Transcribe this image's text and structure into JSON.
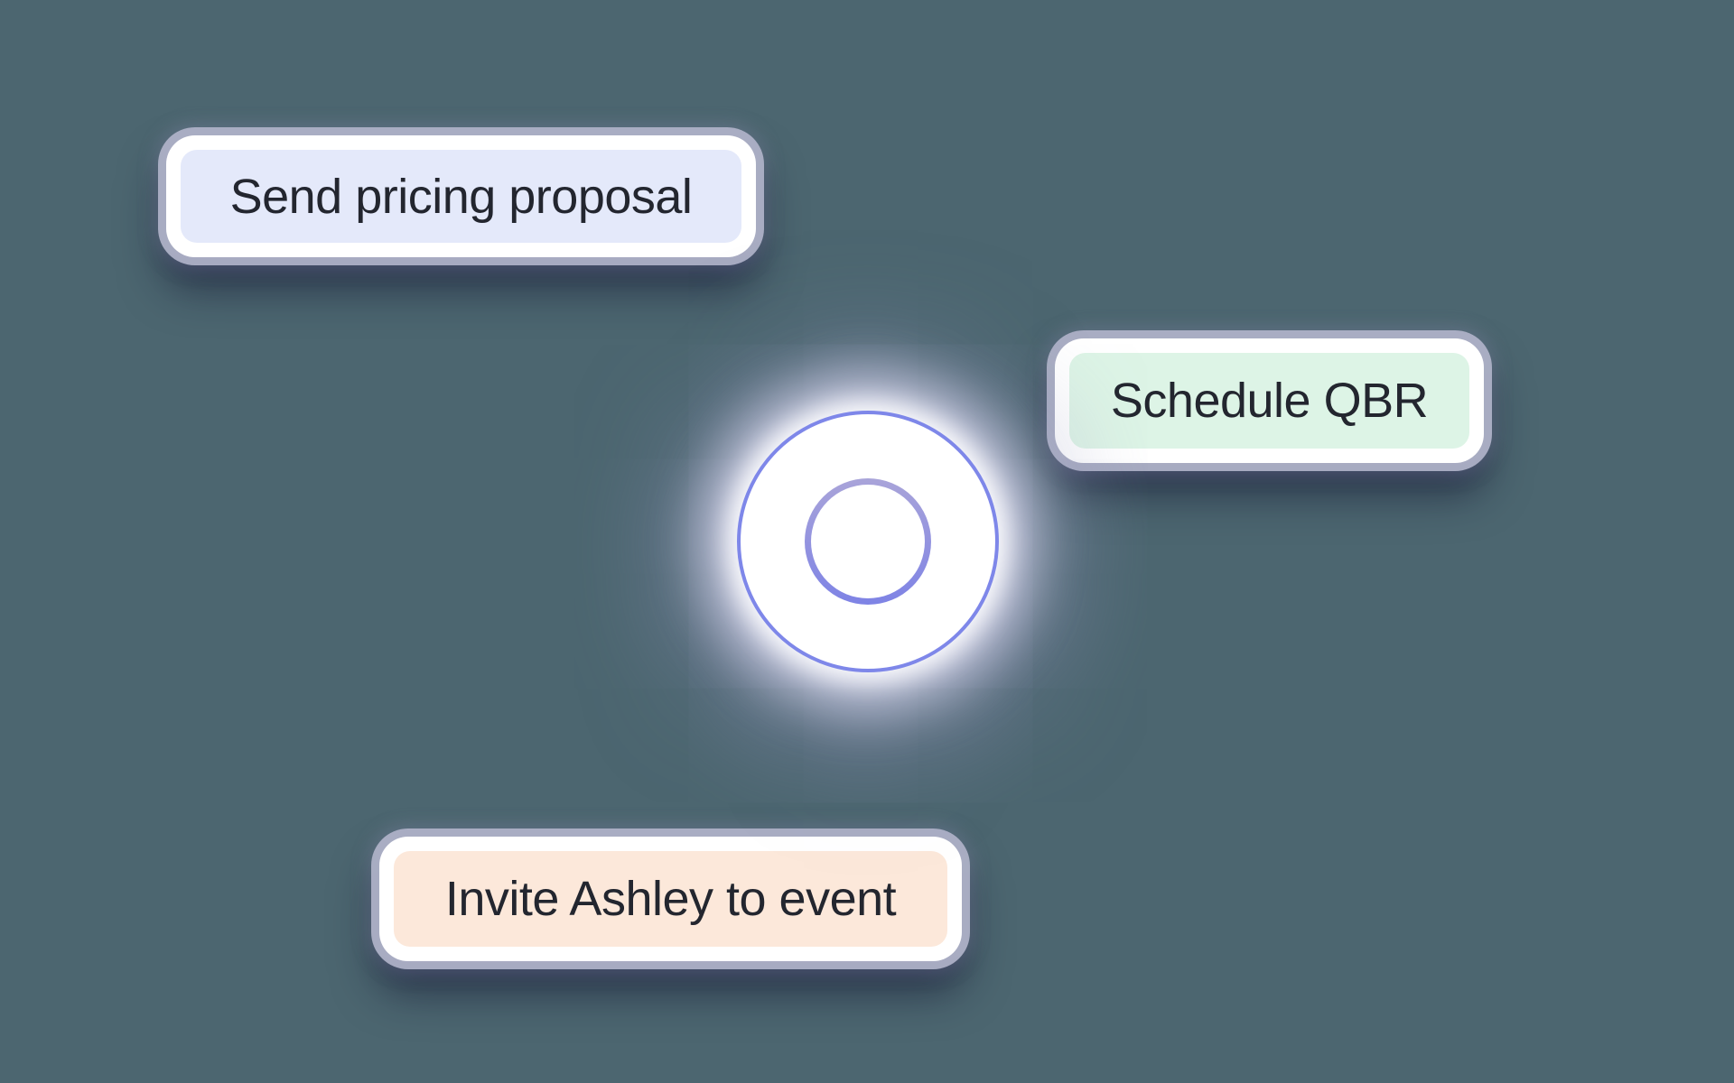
{
  "colors": {
    "background": "#4C6670",
    "text": "#23262F",
    "chip_ring": "#B0B3C9",
    "orb_outer_ring": "#7E87E9",
    "orb_inner_ring_gradient": "linear-gradient(180deg, #A9A4D9, #7E83E5)"
  },
  "chips": [
    {
      "label": "Send pricing proposal",
      "fill": "#E4E9FA"
    },
    {
      "label": "Schedule QBR",
      "fill": "#DDF4E6"
    },
    {
      "label": "Invite Ashley to event",
      "fill": "#FCE8DA"
    }
  ],
  "orb": {
    "name": "concentric-circles-orb"
  }
}
